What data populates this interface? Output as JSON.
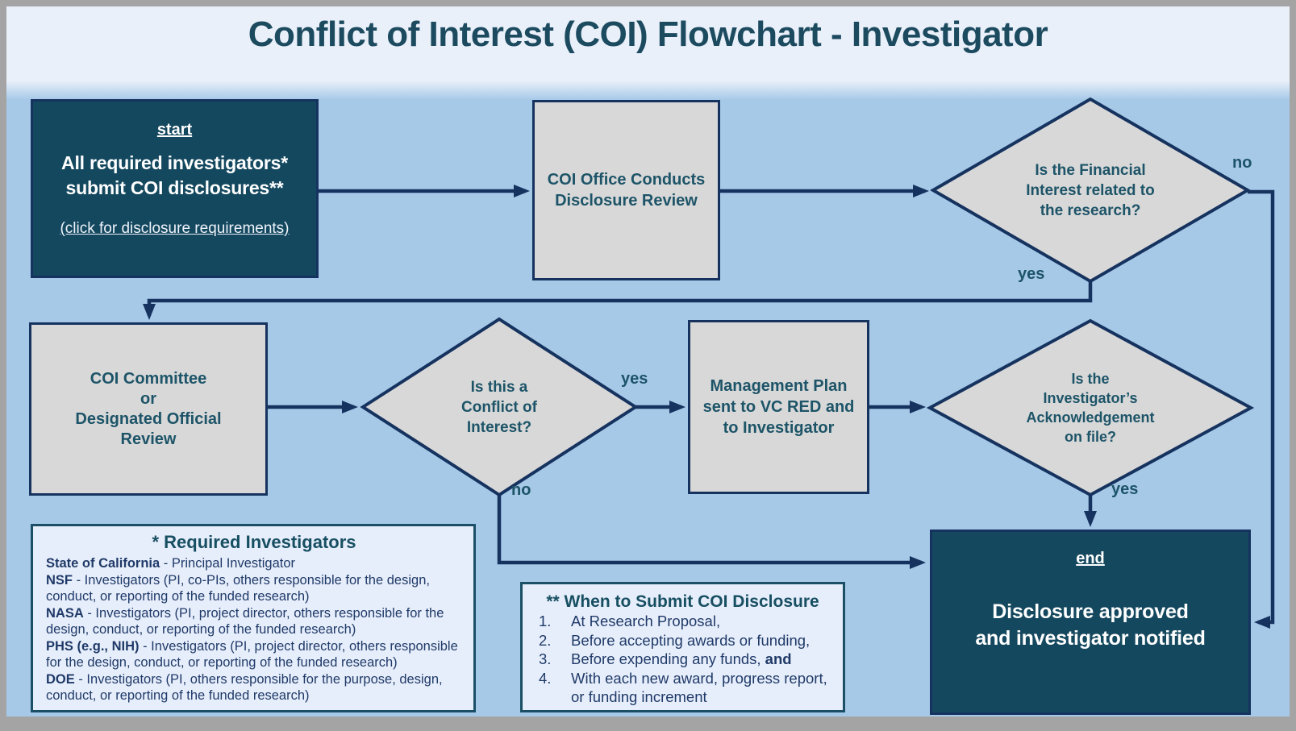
{
  "title": "Conflict of Interest (COI) Flowchart - Investigator",
  "nodes": {
    "start": {
      "heading": "start",
      "body": "All required investigators*\nsubmit COI disclosures**",
      "link": "(click for disclosure requirements)"
    },
    "coi_office": {
      "body": "COI Office Conducts\nDisclosure Review"
    },
    "d1": {
      "body": "Is the Financial\nInterest related to\nthe research?"
    },
    "committee": {
      "body": "COI Committee\nor\nDesignated Official\nReview"
    },
    "d2": {
      "body": "Is this a\nConflict of\nInterest?"
    },
    "mgmt": {
      "body": "Management Plan\nsent to VC RED and\nto Investigator"
    },
    "d3": {
      "body": "Is the\nInvestigator’s\nAcknowledgement\non file?"
    },
    "end": {
      "heading": "end",
      "body": "Disclosure approved\nand investigator notified"
    }
  },
  "labels": {
    "d1_no": "no",
    "d1_yes": "yes",
    "d2_yes": "yes",
    "d2_no": "no",
    "d3_yes": "yes"
  },
  "required_box": {
    "title": "* Required Investigators",
    "items": [
      {
        "term": "State of California",
        "rest": " - Principal Investigator"
      },
      {
        "term": "NSF",
        "rest": " - Investigators (PI, co-PIs, others responsible for the design, conduct, or reporting of the funded research)"
      },
      {
        "term": "NASA",
        "rest": " - Investigators (PI, project director, others responsible for the design, conduct, or reporting of the funded research)"
      },
      {
        "term": "PHS (e.g., NIH)",
        "rest": " - Investigators (PI, project director, others responsible for the design, conduct, or reporting of the funded research)"
      },
      {
        "term": "DOE",
        "rest": " - Investigators (PI, others responsible for the purpose, design, conduct, or reporting of the funded research)"
      }
    ]
  },
  "when_box": {
    "title": "** When to Submit COI Disclosure",
    "items": [
      {
        "num": "1.",
        "text": "At Research Proposal,",
        "bold_suffix": ""
      },
      {
        "num": "2.",
        "text": "Before accepting awards or funding,",
        "bold_suffix": ""
      },
      {
        "num": "3.",
        "text": "Before expending any funds, ",
        "bold_suffix": "and"
      },
      {
        "num": "4.",
        "text": "With each new award, progress report, or funding increment",
        "bold_suffix": ""
      }
    ]
  },
  "colors": {
    "background_blue": "#a6c9e8",
    "header_background": "#e9f0fa",
    "dark_node_fill": "#14485f",
    "line_navy": "#16335f",
    "gray_node_fill": "#d8d8d8",
    "teal_text": "#1d5468",
    "info_box_background": "#e7eefb",
    "info_text_navy": "#1f3a68",
    "outer_border_gray": "#a4a4a4"
  }
}
